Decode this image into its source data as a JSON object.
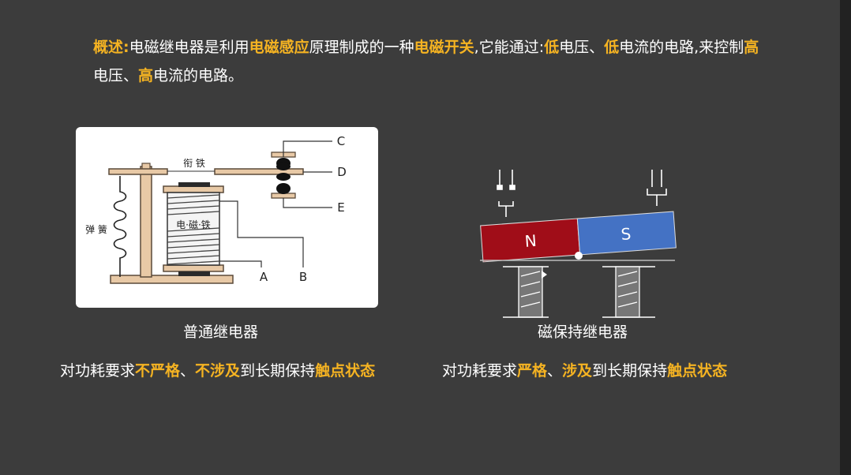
{
  "intro": {
    "label": "概述:",
    "t1": "电磁继电器是利用",
    "h1": "电磁感应",
    "t2": "原理制成的一种",
    "h2": "电磁开关",
    "t3": ",它能通过:",
    "h3": "低",
    "t4": "电压、",
    "h4": "低",
    "t5": "电流的电路,来控制",
    "h5": "高",
    "t6": "电压、",
    "h6": "高",
    "t7": "电流的电路。"
  },
  "relay_diagram": {
    "armature_label": "衔 铁",
    "spring_label": "弹 簧",
    "coil_label": "电·磁·铁",
    "terminal_c": "C",
    "terminal_d": "D",
    "terminal_e": "E",
    "terminal_a": "A",
    "terminal_b": "B"
  },
  "magnet_diagram": {
    "north_label": "N",
    "south_label": "S",
    "north_color": "#a00d18",
    "south_color": "#4472c4"
  },
  "captions": {
    "left": "普通继电器",
    "right": "磁保持继电器"
  },
  "notes": {
    "left": {
      "t1": "对功耗要求",
      "h1": "不严格",
      "t2": "、",
      "h2": "不涉及",
      "t3": "到长期保持",
      "h3": "触点状态"
    },
    "right": {
      "t1": "对功耗要求",
      "h1": "严格",
      "t2": "、",
      "h2": "涉及",
      "t3": "到长期保持",
      "h3": "触点状态"
    }
  },
  "colors": {
    "background": "#3c3c3c",
    "highlight": "#f5b322",
    "wood": "#e8c9a6"
  }
}
